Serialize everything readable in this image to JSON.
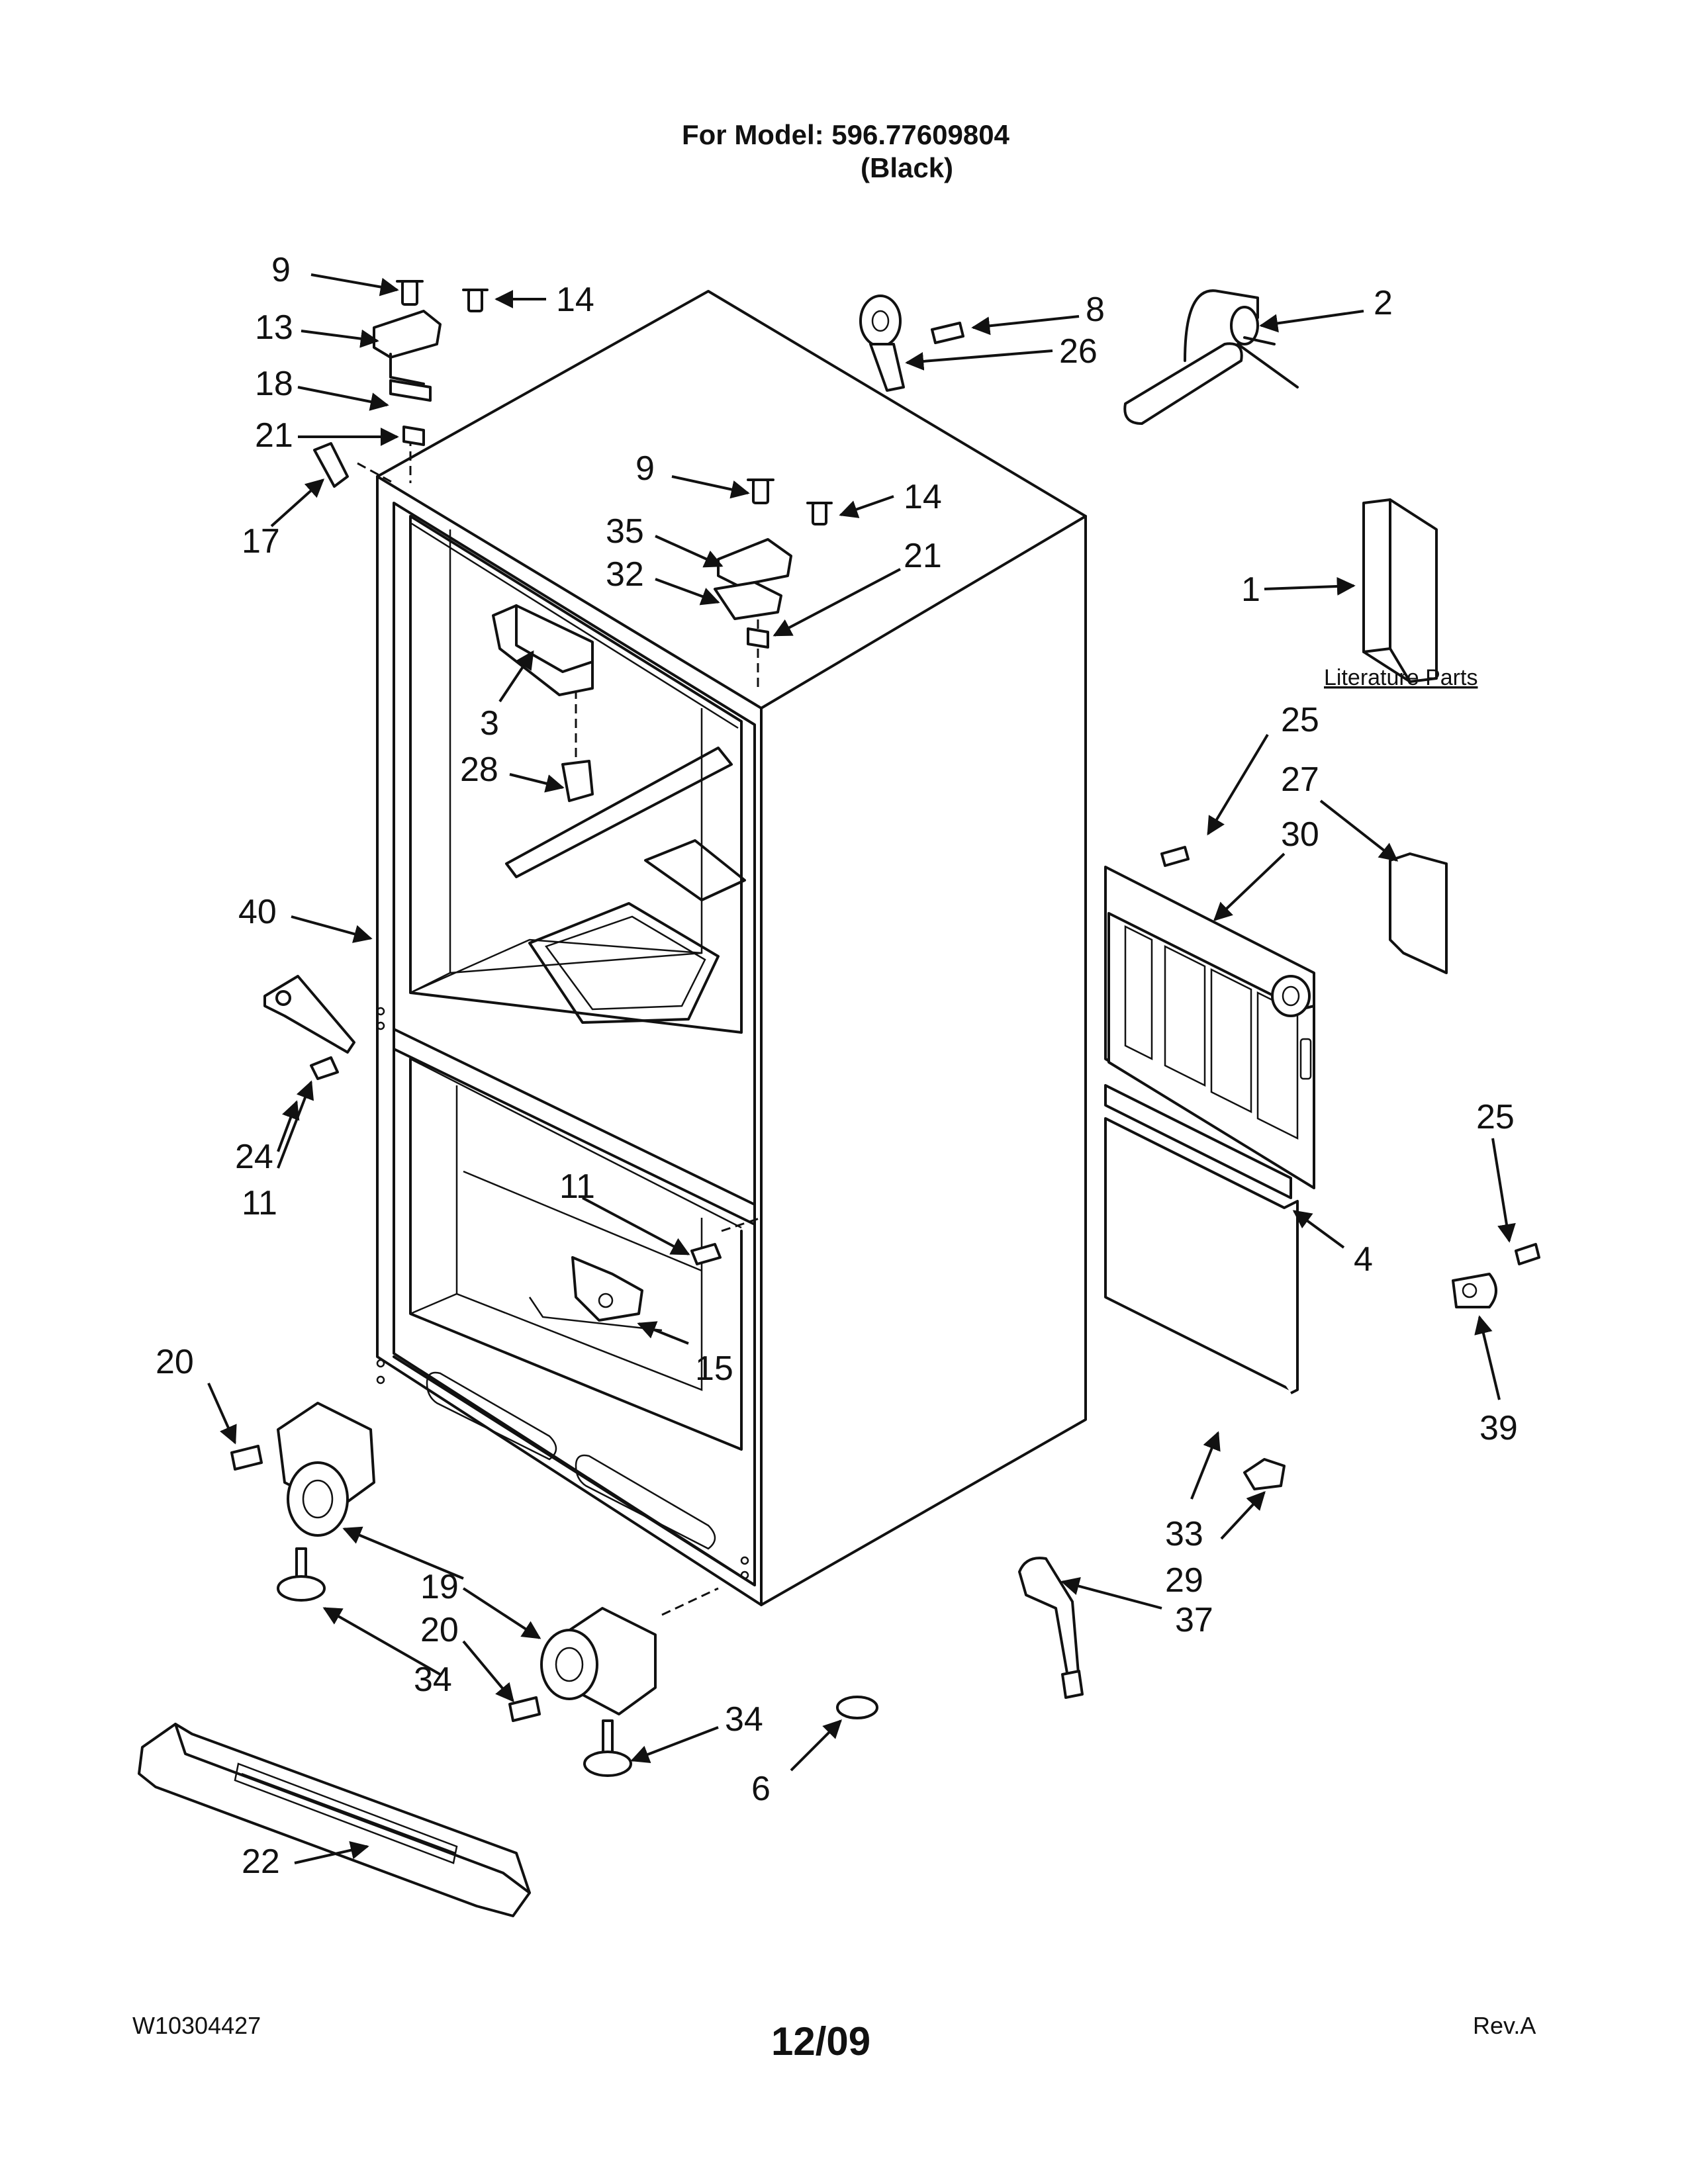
{
  "header": {
    "model_line": "For Model: 596.77609804",
    "variant_line": "(Black)"
  },
  "footer": {
    "doc_number": "W10304427",
    "date": "12/09",
    "revision": "Rev.A"
  },
  "literature_label": "Literature Parts",
  "callouts": [
    {
      "id": "c9a",
      "text": "9"
    },
    {
      "id": "c14a",
      "text": "14"
    },
    {
      "id": "c13",
      "text": "13"
    },
    {
      "id": "c18",
      "text": "18"
    },
    {
      "id": "c21a",
      "text": "21"
    },
    {
      "id": "c17",
      "text": "17"
    },
    {
      "id": "c8",
      "text": "8"
    },
    {
      "id": "c26",
      "text": "26"
    },
    {
      "id": "c2",
      "text": "2"
    },
    {
      "id": "c9b",
      "text": "9"
    },
    {
      "id": "c14b",
      "text": "14"
    },
    {
      "id": "c35",
      "text": "35"
    },
    {
      "id": "c32",
      "text": "32"
    },
    {
      "id": "c21b",
      "text": "21"
    },
    {
      "id": "c1",
      "text": "1"
    },
    {
      "id": "c3",
      "text": "3"
    },
    {
      "id": "c28",
      "text": "28"
    },
    {
      "id": "c25a",
      "text": "25"
    },
    {
      "id": "c27",
      "text": "27"
    },
    {
      "id": "c30",
      "text": "30"
    },
    {
      "id": "c40",
      "text": "40"
    },
    {
      "id": "c24",
      "text": "24"
    },
    {
      "id": "c11a",
      "text": "11"
    },
    {
      "id": "c11b",
      "text": "11"
    },
    {
      "id": "c25b",
      "text": "25"
    },
    {
      "id": "c4",
      "text": "4"
    },
    {
      "id": "c15",
      "text": "15"
    },
    {
      "id": "c39",
      "text": "39"
    },
    {
      "id": "c20a",
      "text": "20"
    },
    {
      "id": "c33",
      "text": "33"
    },
    {
      "id": "c29",
      "text": "29"
    },
    {
      "id": "c19",
      "text": "19"
    },
    {
      "id": "c37",
      "text": "37"
    },
    {
      "id": "c20b",
      "text": "20"
    },
    {
      "id": "c34a",
      "text": "34"
    },
    {
      "id": "c34b",
      "text": "34"
    },
    {
      "id": "c6",
      "text": "6"
    },
    {
      "id": "c22",
      "text": "22"
    }
  ]
}
